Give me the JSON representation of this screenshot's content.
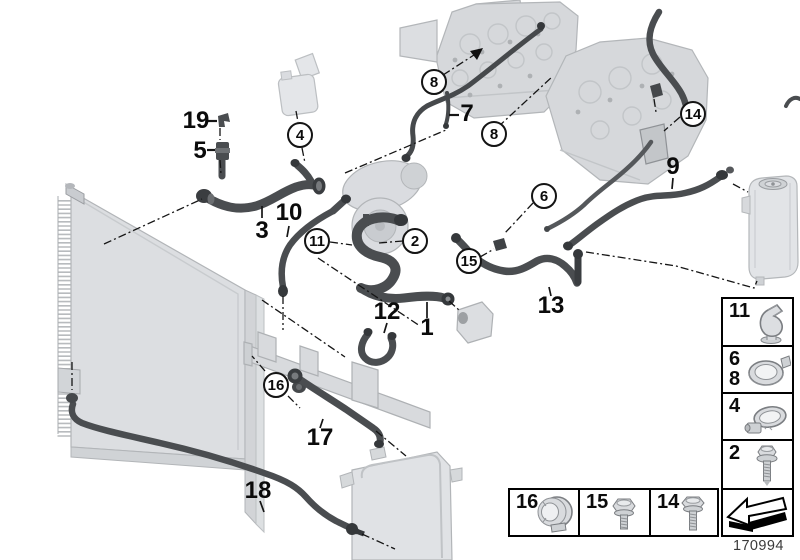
{
  "figure": {
    "type": "cooling-system-parts-diagram",
    "drawing_number": "170994"
  },
  "callouts": {
    "plain": [
      "1",
      "3",
      "5",
      "7",
      "9",
      "10",
      "12",
      "13",
      "17",
      "18",
      "19"
    ],
    "circled": [
      "2",
      "4",
      "6",
      "8",
      "8",
      "11",
      "14",
      "15",
      "16"
    ]
  },
  "legend": {
    "side_items": [
      {
        "labels": [
          "11"
        ],
        "icon": "spring-clamp-icon"
      },
      {
        "labels": [
          "6",
          "8"
        ],
        "icon": "band-clamp-icon"
      },
      {
        "labels": [
          "4"
        ],
        "icon": "screw-clamp-icon"
      },
      {
        "labels": [
          "2"
        ],
        "icon": "flange-bolt-icon"
      }
    ],
    "bottom_items": [
      {
        "labels": [
          "16"
        ],
        "icon": "grommet-icon"
      },
      {
        "labels": [
          "15"
        ],
        "icon": "hex-bolt-short-icon"
      },
      {
        "labels": [
          "14"
        ],
        "icon": "hex-bolt-long-icon"
      }
    ],
    "direction_icon": "direction-arrow-icon"
  }
}
